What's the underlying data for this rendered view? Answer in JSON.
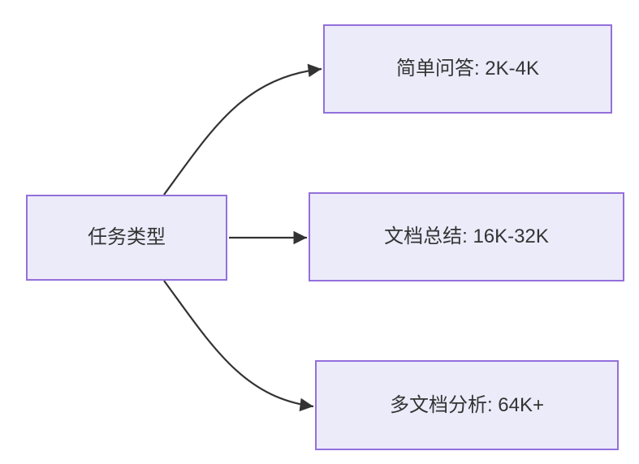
{
  "diagram": {
    "type": "flowchart",
    "direction": "left-to-right",
    "root": {
      "label": "任务类型"
    },
    "branches": [
      {
        "label": "简单问答: 2K-4K"
      },
      {
        "label": "文档总结: 16K-32K"
      },
      {
        "label": "多文档分析: 64K+"
      }
    ],
    "edges": [
      {
        "from": "任务类型",
        "to": "简单问答: 2K-4K"
      },
      {
        "from": "任务类型",
        "to": "文档总结: 16K-32K"
      },
      {
        "from": "任务类型",
        "to": "多文档分析: 64K+"
      }
    ],
    "colors": {
      "node_fill": "#ECEBFA",
      "node_border": "#9370DB",
      "edge": "#333333",
      "text": "#333333",
      "background": "#FFFFFF"
    }
  }
}
